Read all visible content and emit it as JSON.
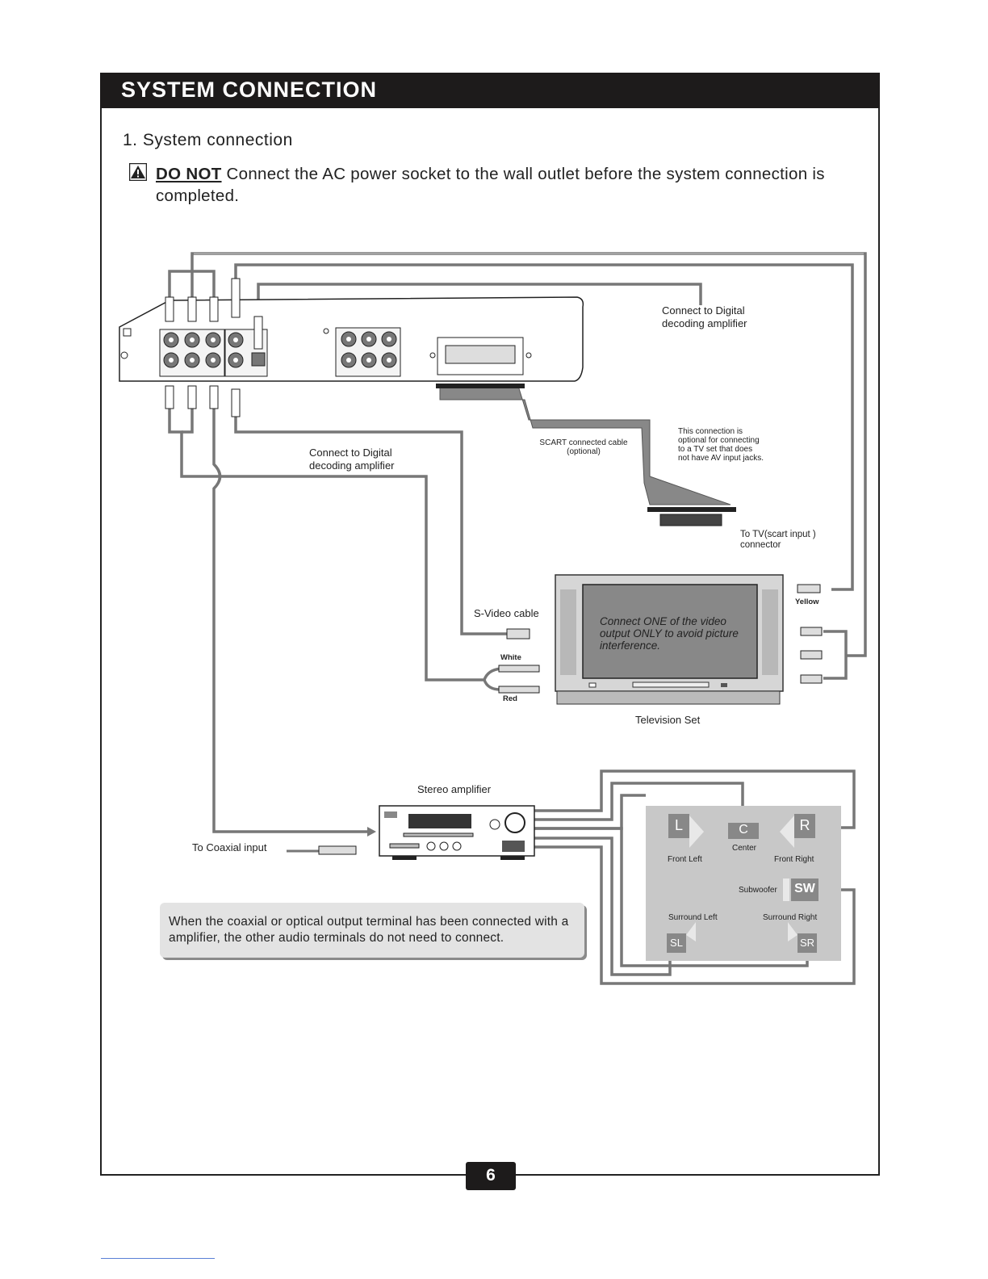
{
  "header": {
    "title": "SYSTEM CONNECTION"
  },
  "section": {
    "title": "1. System connection"
  },
  "warning": {
    "icon": "warning-triangle-icon",
    "emphasis": "DO NOT",
    "text": " Connect the AC power socket to the wall outlet before the system connection is completed."
  },
  "diagram": {
    "digital_amp_top": [
      "Connect to Digital",
      "decoding amplifier"
    ],
    "digital_amp_left": [
      "Connect to Digital",
      "decoding amplifier"
    ],
    "scart_cable": [
      "SCART connected cable",
      "(optional)"
    ],
    "scart_note": [
      "This connection is",
      "optional for connecting",
      "to a TV set that does",
      "not have AV    input jacks."
    ],
    "tv_scart_input": [
      "To  TV(scart input )",
      "connector"
    ],
    "svideo_cable": "S-Video cable",
    "white": "White",
    "red": "Red",
    "yellow": "Yellow",
    "tv_note": "Connect ONE of the video output ONLY to avoid picture interference.",
    "tv_label": "Television Set",
    "stereo_amp": "Stereo amplifier",
    "coaxial_input": "To Coaxial input",
    "speakers": {
      "front_left": "Front Left",
      "center": "Center",
      "front_right": "Front Right",
      "subwoofer": "Subwoofer",
      "surround_left": "Surround Left",
      "surround_right": "Surround Right",
      "letters": {
        "l": "L",
        "c": "C",
        "r": "R",
        "sw": "SW",
        "sl": "SL",
        "sr": "SR"
      }
    }
  },
  "note": "When the coaxial or optical output terminal has been connected with a amplifier, the other audio terminals do not need to connect.",
  "page_number": "6"
}
